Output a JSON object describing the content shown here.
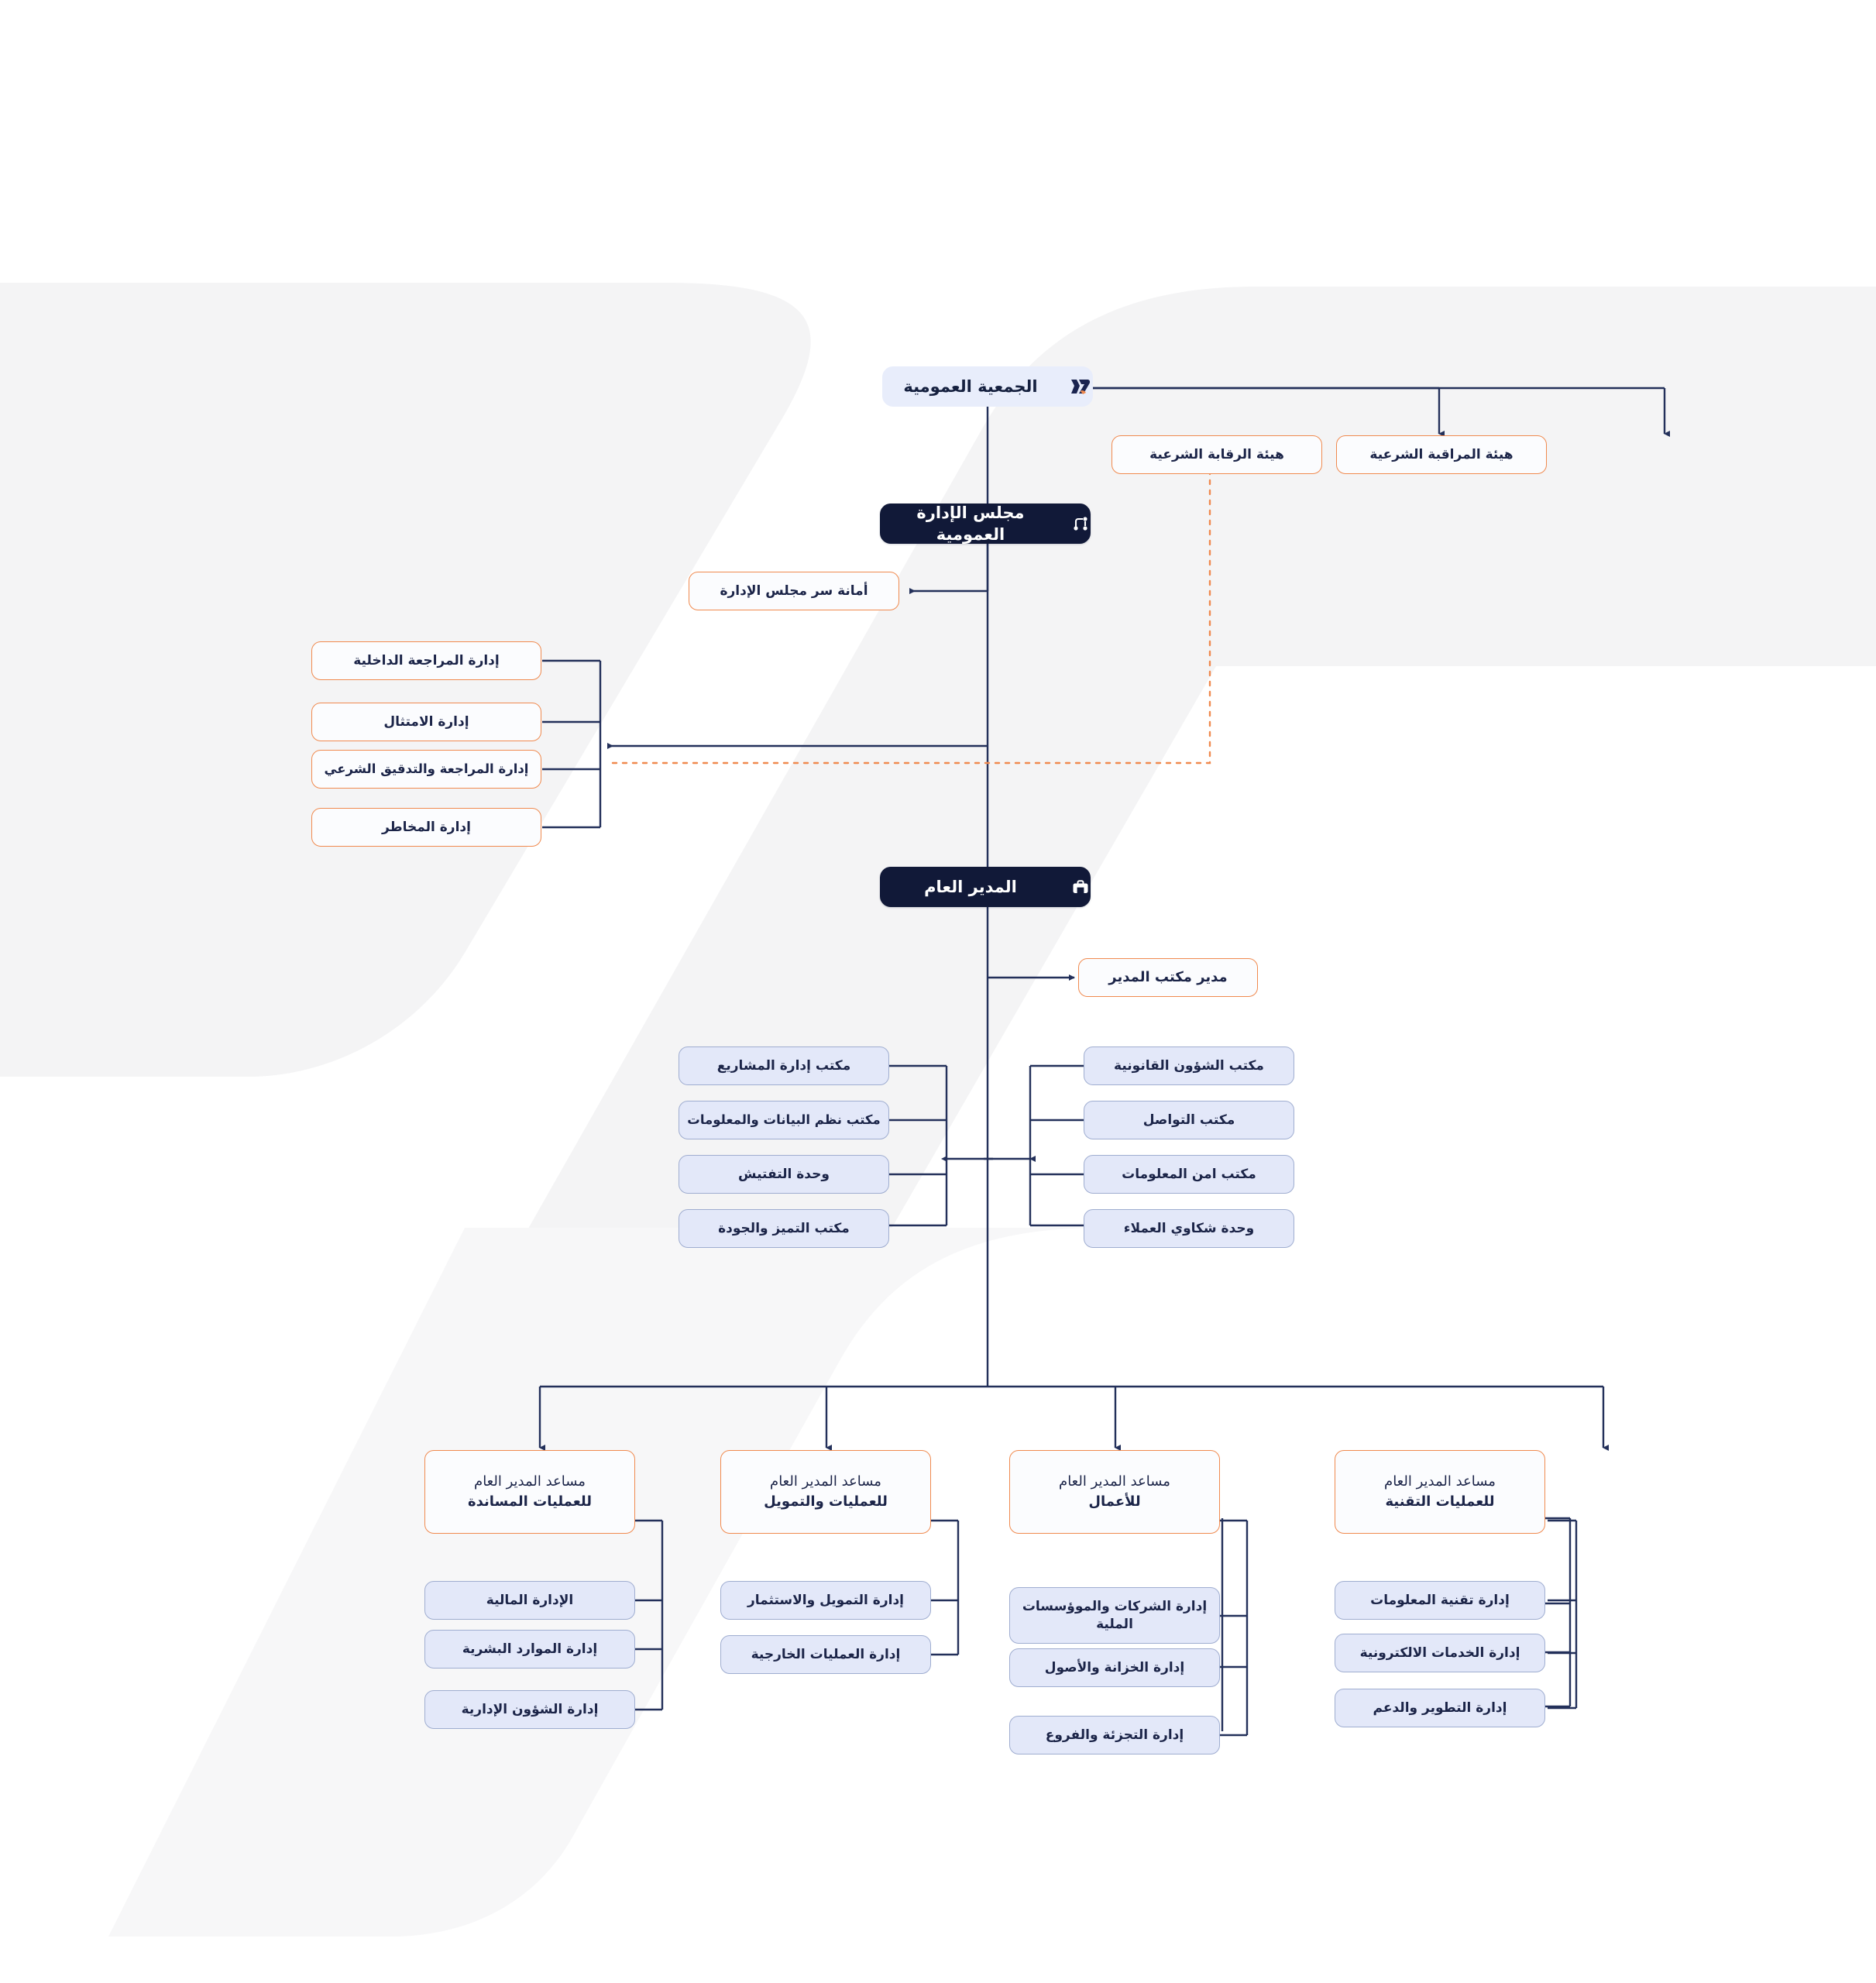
{
  "meta": {
    "title": "الهيكل التنظيمي",
    "direction": "rtl"
  },
  "colors": {
    "dark": "#111938",
    "lavender_fill": "#e3e8f9",
    "lavender_border": "#9fadd0",
    "lavender_hero_fill": "#e8edfb",
    "orange": "#f08a4f",
    "card_fill": "#fbfcfe",
    "line": "#23305a",
    "dotted_line": "#f08a4f",
    "text": "#17203f",
    "watermark": "#f2f2f2",
    "page_bg": "#ffffff"
  },
  "icons": {
    "logo": "brand-logo-icon",
    "board": "org-branch-icon",
    "manager": "briefcase-icon"
  },
  "nodes": {
    "general_assembly": {
      "label": "الجمعية العمومية",
      "icon": "brand-logo-icon"
    },
    "shariah_supervisory": {
      "label": "هيئة الرقابة الشرعية"
    },
    "shariah_control": {
      "label": "هيئة المراقبة الشرعية"
    },
    "board_of_directors": {
      "label": "مجلس الإدارة العمومية",
      "icon": "org-branch-icon"
    },
    "board_secretariat": {
      "label": "أمانة سر مجلس الإدارة"
    },
    "general_manager": {
      "label": "المدير العام",
      "icon": "briefcase-icon"
    },
    "manager_office_director": {
      "label": "مدير مكتب المدير"
    }
  },
  "audit_group": {
    "items": [
      {
        "label": "إدارة المراجعة الداخلية"
      },
      {
        "label": "إدارة الامتثال"
      },
      {
        "label": "إدارة المراجعة والتدقيق الشرعي"
      },
      {
        "label": "إدارة المخاطر"
      }
    ]
  },
  "offices_left": {
    "items": [
      {
        "label": "مكتب إدارة المشاريع"
      },
      {
        "label": "مكتب نظم البيانات والمعلومات"
      },
      {
        "label": "وحدة التفتيش"
      },
      {
        "label": "مكتب التميز والجودة"
      }
    ]
  },
  "offices_right": {
    "items": [
      {
        "label": "مكتب الشؤون القانونية"
      },
      {
        "label": "مكتب التواصل"
      },
      {
        "label": "مكتب امن المعلومات"
      },
      {
        "label": "وحدة شكاوي العملاء"
      }
    ]
  },
  "deputies": [
    {
      "prefix": "مساعد المدير العام",
      "title": "للعمليات المساندة",
      "children": [
        {
          "label": "الإدارة المالية"
        },
        {
          "label": "إدارة الموارد البشرية"
        },
        {
          "label": "إدارة الشؤون الإدارية"
        }
      ]
    },
    {
      "prefix": "مساعد المدير العام",
      "title": "للعمليات والتمويل",
      "children": [
        {
          "label": "إدارة التمويل والاستثمار"
        },
        {
          "label": "إدارة العمليات الخارجية"
        }
      ]
    },
    {
      "prefix": "مساعد المدير العام",
      "title": "للأعمال",
      "children": [
        {
          "label": "إدارة الشركات والموؤسسات الملية"
        },
        {
          "label": "إدارة الخزانة والأصول"
        },
        {
          "label": "إدارة التجزئة والفروع"
        }
      ]
    },
    {
      "prefix": "مساعد المدير العام",
      "title": "للعمليات التقنية",
      "children": [
        {
          "label": "إدارة تقنية المعلومات"
        },
        {
          "label": "إدارة الخدمات الالكترونية"
        },
        {
          "label": "إدارة التطوير والدعم"
        }
      ]
    }
  ]
}
